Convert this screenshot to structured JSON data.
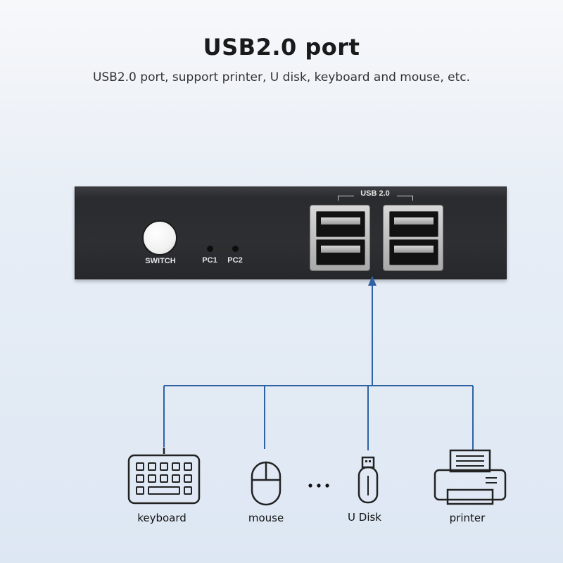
{
  "header": {
    "title": "USB2.0 port",
    "subtitle": "USB2.0 port, support printer, U disk, keyboard and mouse, etc."
  },
  "device": {
    "switch_label": "SWITCH",
    "led_labels": [
      "PC1",
      "PC2"
    ],
    "usb_group_label": "USB 2.0"
  },
  "devices": {
    "keyboard": "keyboard",
    "mouse": "mouse",
    "ellipsis": "...",
    "udisk": "U Disk",
    "printer": "printer"
  },
  "colors": {
    "connector_line": "#2f62a3",
    "device_body": "#2e2f32",
    "icon_stroke": "#222222"
  }
}
